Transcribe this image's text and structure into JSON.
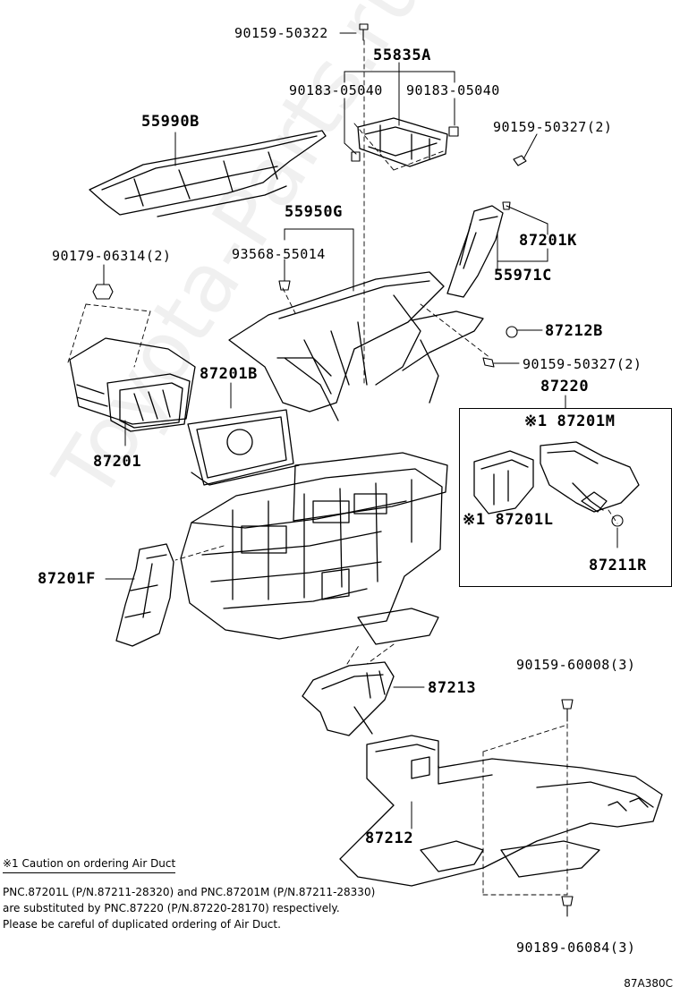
{
  "labels": {
    "screw_top": "90159-50322",
    "duct_top": "55835A",
    "clip_left": "90183-05040",
    "clip_right": "90183-05040",
    "screw_right_top": "90159-50327(2)",
    "panel_top": "55990B",
    "duct_main": "55950G",
    "duct_87201k": "87201K",
    "duct_55971c": "55971C",
    "nut_left": "90179-06314(2)",
    "clip_center": "93568-55014",
    "bolt_87212b": "87212B",
    "screw_right_mid": "90159-50327(2)",
    "group_87220": "87220",
    "duct_87201m": "※1 87201M",
    "duct_87201l": "※1 87201L",
    "screw_87211r": "87211R",
    "duct_87201b": "87201B",
    "duct_87201": "87201",
    "duct_87201f": "87201F",
    "duct_87213": "87213",
    "screw_lower_right": "90159-60008(3)",
    "duct_87212": "87212",
    "screw_bottom": "90189-06084(3)"
  },
  "note": {
    "title": "※1 Caution on ordering Air Duct",
    "line1": "PNC.87201L (P/N.87211-28320) and PNC.87201M (P/N.87211-28330)",
    "line2": "are substituted by PNC.87220 (P/N.87220-28170) respectively.",
    "line3": "Please be careful of duplicated ordering of Air Duct."
  },
  "watermark": "Toyota-Parts.ru",
  "reference_code": "87A380C"
}
